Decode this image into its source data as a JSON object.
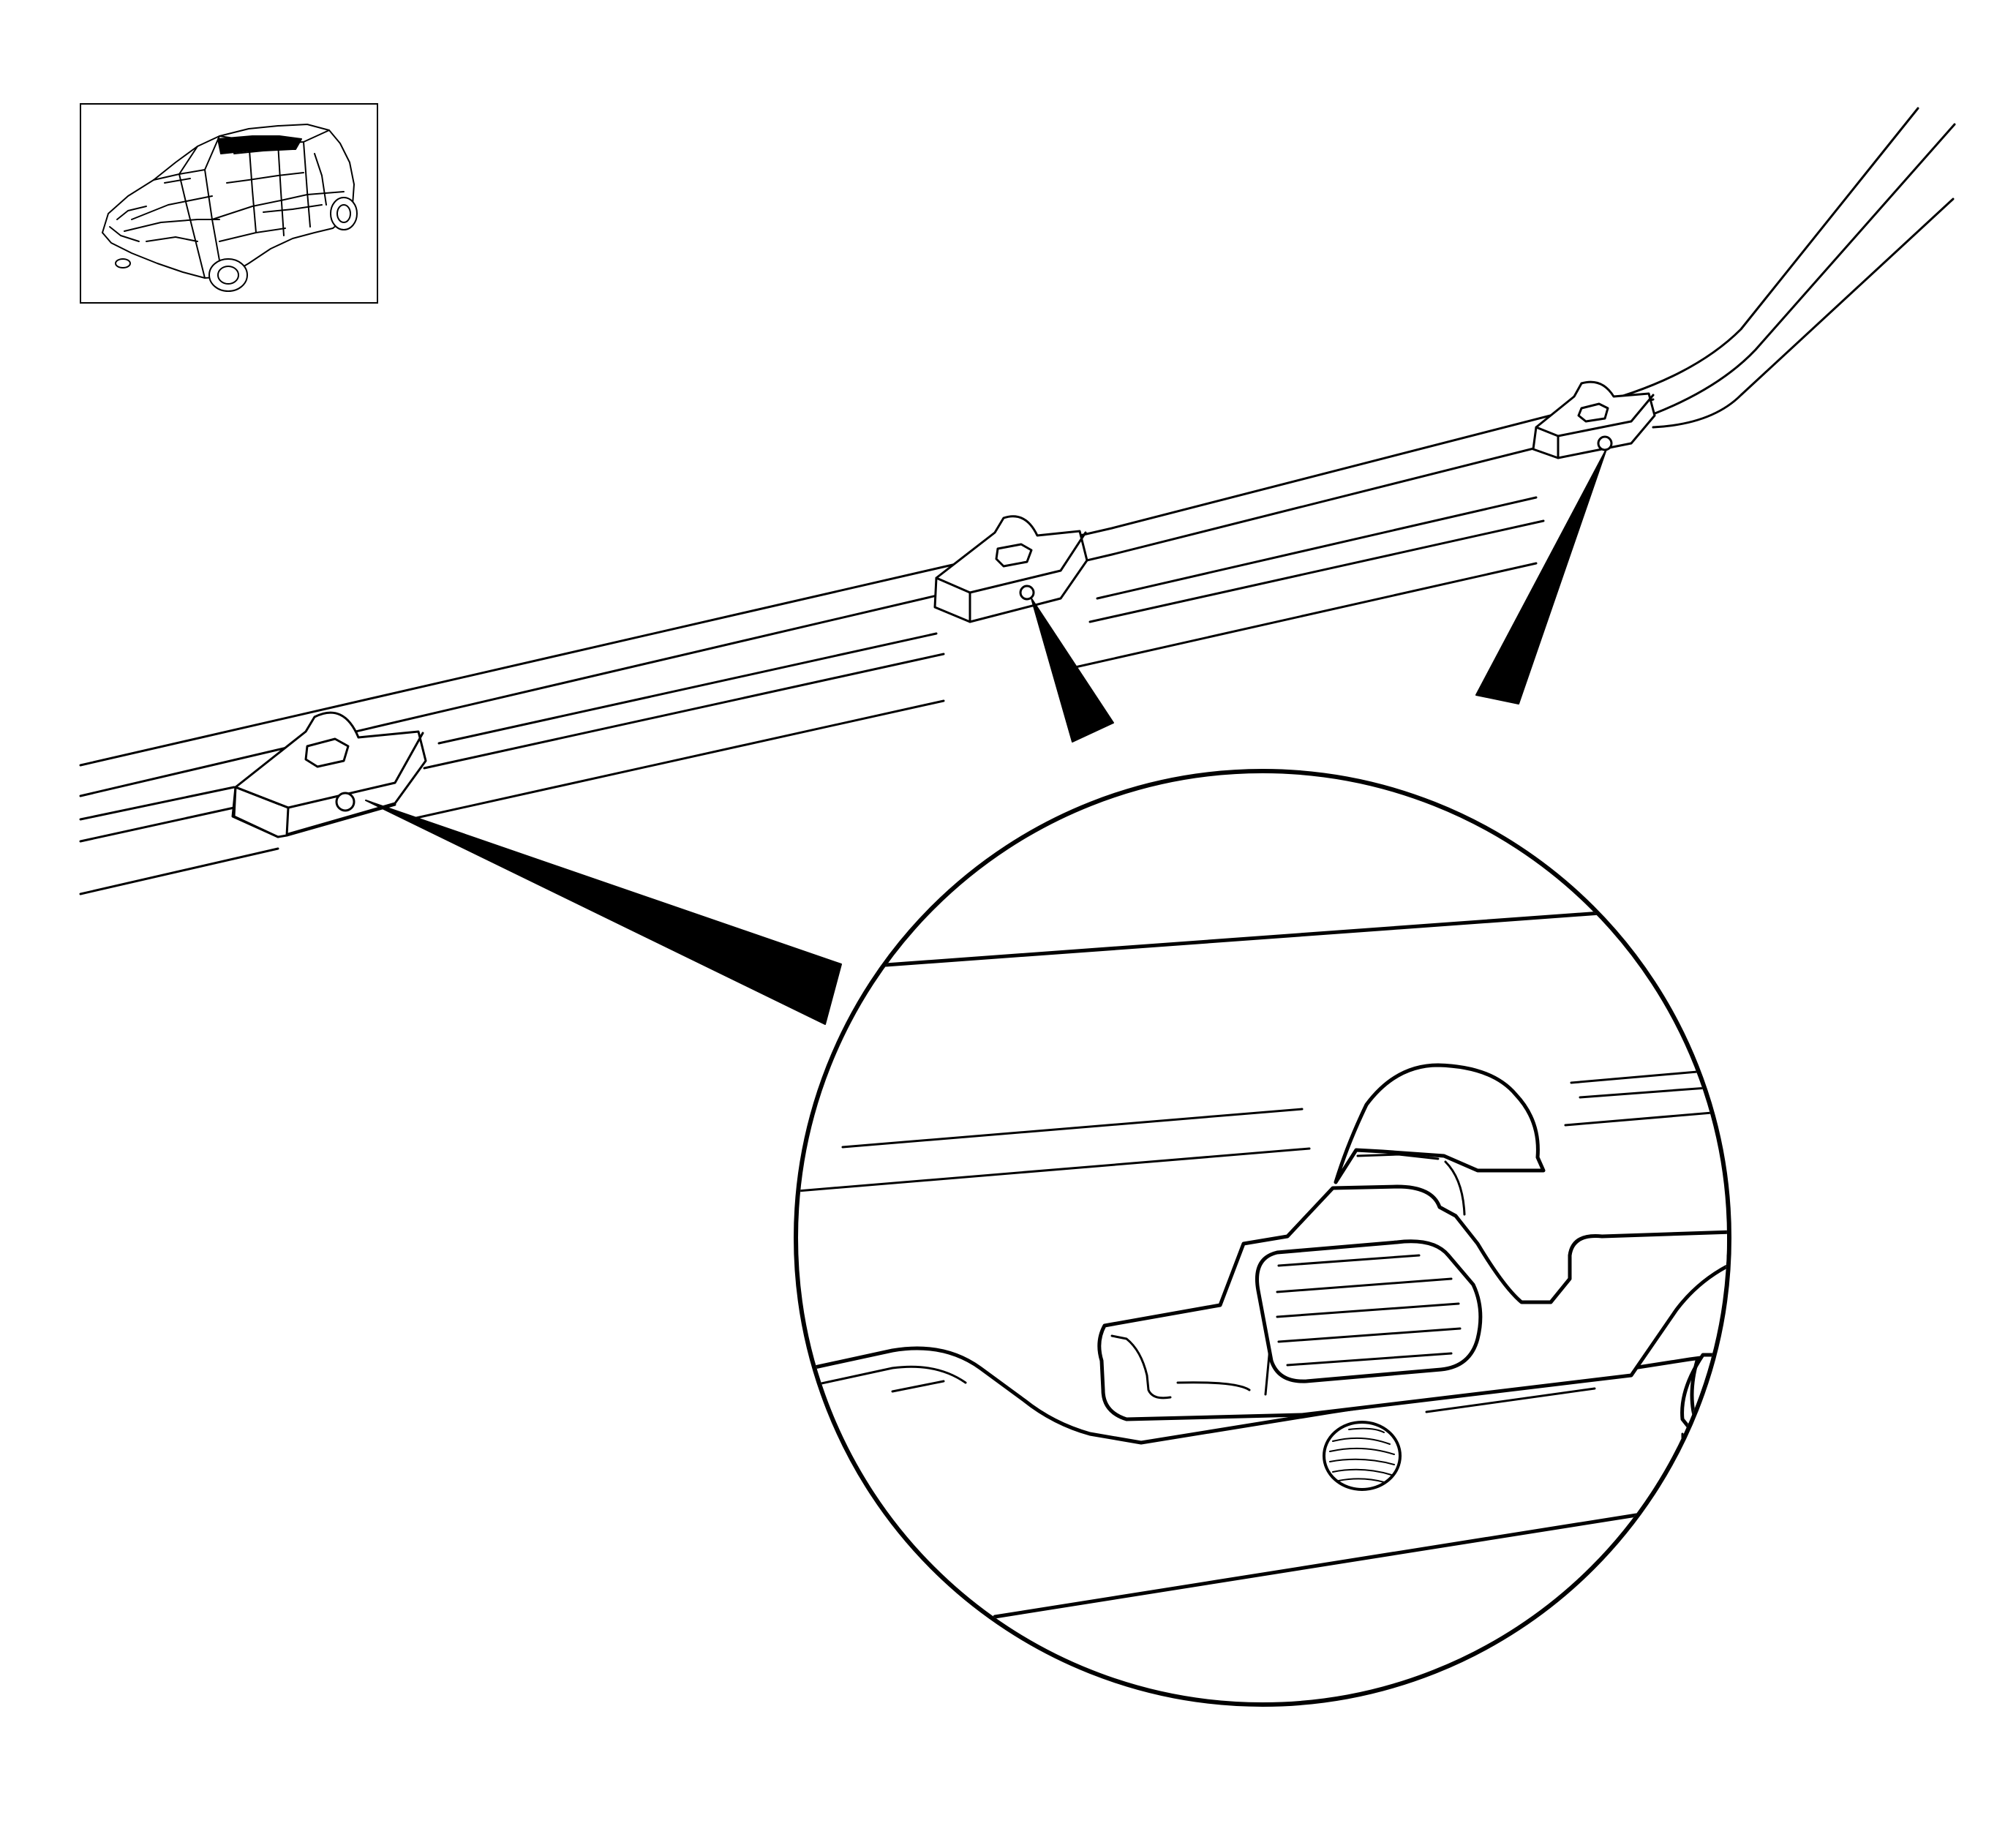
{
  "figure": {
    "colors": {
      "ink": "#000000",
      "paper": "#ffffff"
    },
    "locator_inset": {
      "subject": "vehicle-body-outline",
      "highlight": "roof-rail-area"
    },
    "callouts": {
      "clip_count": 3
    }
  }
}
